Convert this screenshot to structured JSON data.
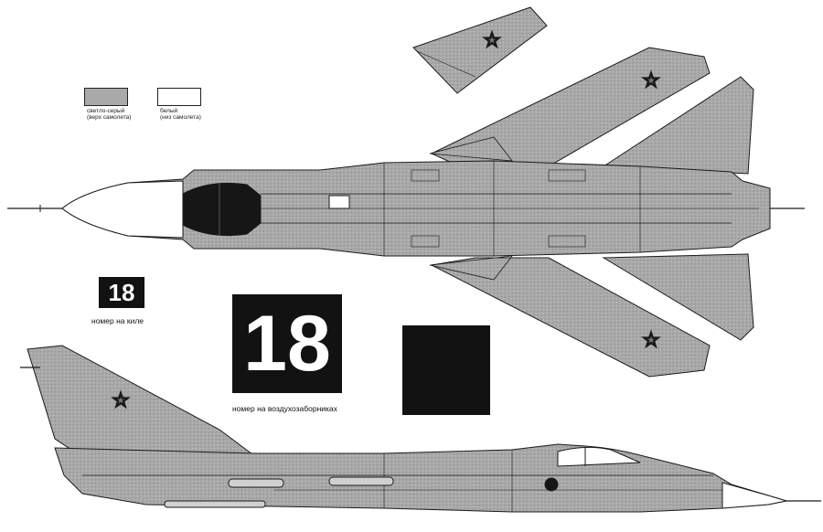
{
  "legend": {
    "grey_label_line1": "светло-серый",
    "grey_label_line2": "(верх самолета)",
    "white_label_line1": "белый",
    "white_label_line2": "(низ самолета)"
  },
  "markings": {
    "tail_number": "18",
    "tail_number_caption": "номер на киле",
    "intake_number": "18",
    "intake_number_caption": "номер на воздухозаборниках"
  },
  "colors": {
    "light_grey": "#a9a9a9",
    "white": "#ffffff",
    "black": "#121212",
    "outline": "#1a1a1a"
  }
}
